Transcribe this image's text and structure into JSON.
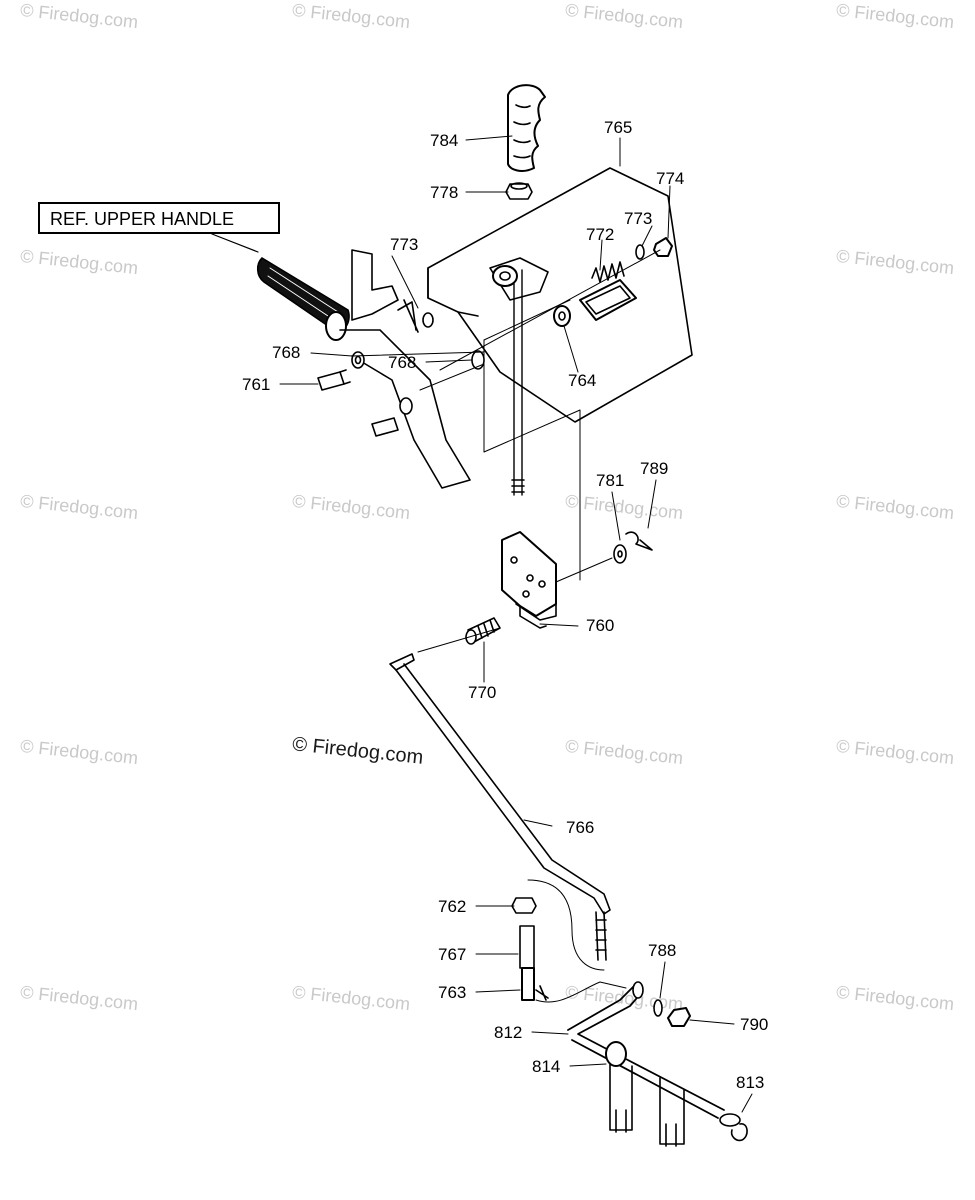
{
  "ref_label": "REF. UPPER HANDLE",
  "watermark": "© Firedog.com",
  "copyright_mark": "© Firedog.com",
  "part_numbers": {
    "p784": "784",
    "p765": "765",
    "p778": "778",
    "p774": "774",
    "p773a": "773",
    "p772": "772",
    "p773b": "773",
    "p768a": "768",
    "p768b": "768",
    "p761": "761",
    "p764": "764",
    "p781": "781",
    "p789": "789",
    "p760": "760",
    "p770": "770",
    "p766": "766",
    "p762": "762",
    "p788": "788",
    "p767": "767",
    "p763": "763",
    "p790": "790",
    "p812": "812",
    "p814": "814",
    "p813": "813"
  }
}
